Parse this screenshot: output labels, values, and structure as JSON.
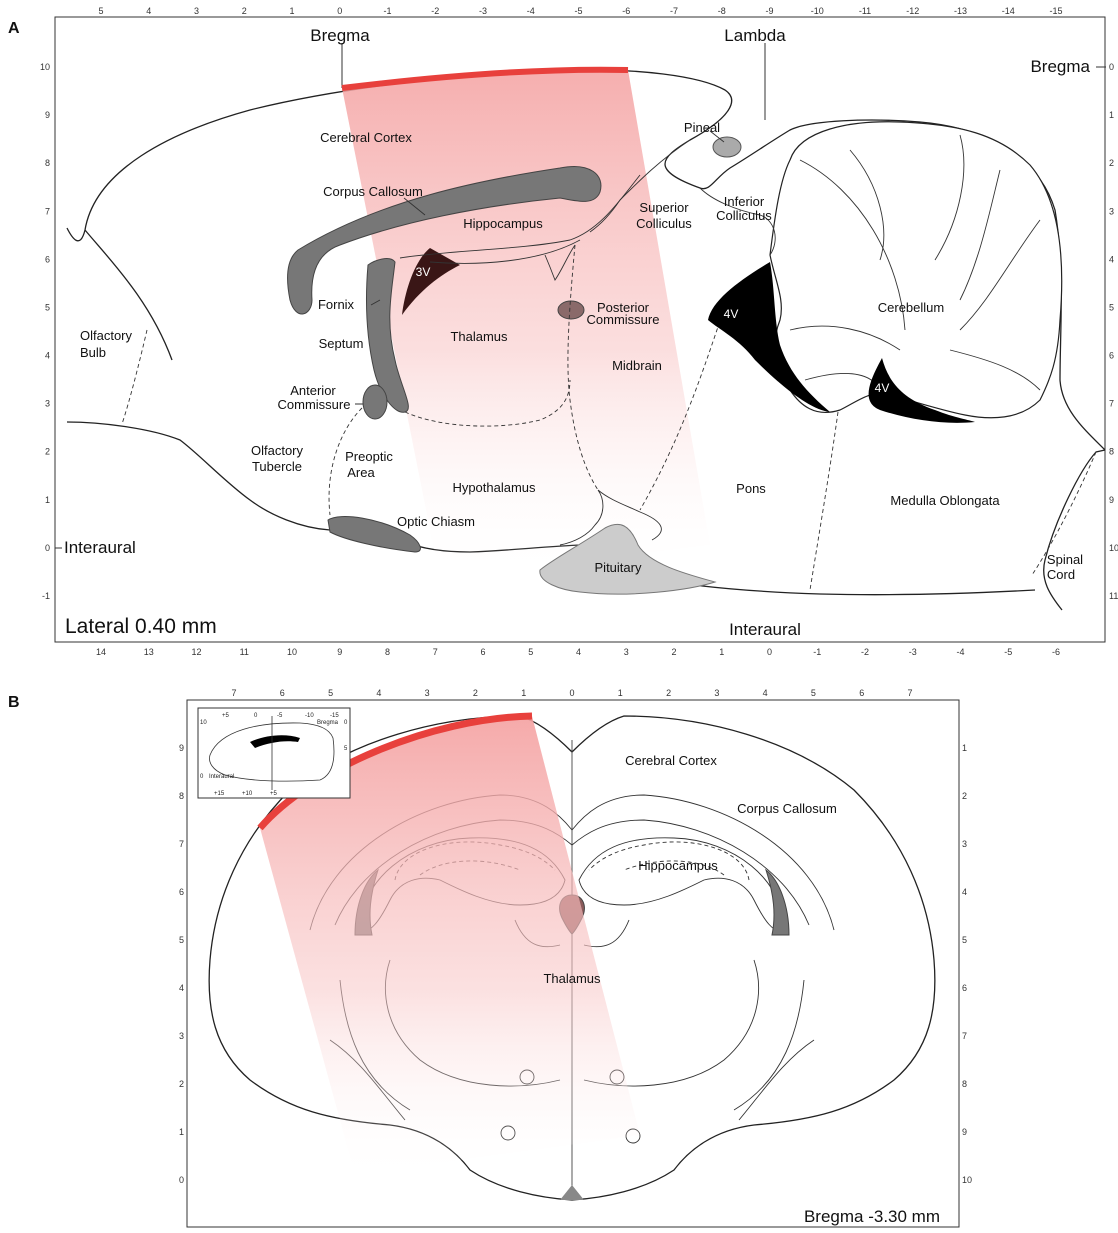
{
  "panel_a": {
    "letter": "A",
    "bregma": "Bregma",
    "lambda": "Lambda",
    "bregma_right": "Bregma",
    "interaural_left": "Interaural",
    "interaural_bottom": "Interaural",
    "lateral": "Lateral 0.40 mm",
    "top_ticks": [
      "5",
      "4",
      "3",
      "2",
      "1",
      "0",
      "-1",
      "-2",
      "-3",
      "-4",
      "-5",
      "-6",
      "-7",
      "-8",
      "-9",
      "-10",
      "-11",
      "-12",
      "-13",
      "-14",
      "-15"
    ],
    "bottom_ticks": [
      "14",
      "13",
      "12",
      "11",
      "10",
      "9",
      "8",
      "7",
      "6",
      "5",
      "4",
      "3",
      "2",
      "1",
      "0",
      "-1",
      "-2",
      "-3",
      "-4",
      "-5",
      "-6"
    ],
    "left_ticks": [
      "10",
      "9",
      "8",
      "7",
      "6",
      "5",
      "4",
      "3",
      "2",
      "1",
      "0",
      "-1"
    ],
    "right_ticks": [
      "0",
      "1",
      "2",
      "3",
      "4",
      "5",
      "6",
      "7",
      "8",
      "9",
      "10",
      "11"
    ],
    "labels": {
      "cerebral_cortex": "Cerebral Cortex",
      "corpus_callosum": "Corpus Callosum",
      "hippocampus": "Hippocampus",
      "pineal": "Pineal",
      "superior": "Superior",
      "colliculus1": "Colliculus",
      "inferior": "Inferior",
      "colliculus2": "Colliculus",
      "v3": "3V",
      "fornix": "Fornix",
      "septum": "Septum",
      "olfactory": "Olfactory",
      "bulb": "Bulb",
      "thalamus": "Thalamus",
      "posterior": "Posterior",
      "commissure1": "Commissure",
      "midbrain": "Midbrain",
      "v4a": "4V",
      "cerebellum": "Cerebellum",
      "v4b": "4V",
      "anterior": "Anterior",
      "commissure2": "Commissure",
      "olfactory2": "Olfactory",
      "tubercle": "Tubercle",
      "preoptic": "Preoptic",
      "area": "Area",
      "hypothalamus": "Hypothalamus",
      "pons": "Pons",
      "medulla": "Medulla Oblongata",
      "optic_chiasm": "Optic Chiasm",
      "pituitary": "Pituitary",
      "spinal": "Spinal",
      "cord": "Cord"
    }
  },
  "panel_b": {
    "letter": "B",
    "top_ticks": [
      "7",
      "6",
      "5",
      "4",
      "3",
      "2",
      "1",
      "0",
      "1",
      "2",
      "3",
      "4",
      "5",
      "6",
      "7"
    ],
    "left_ticks": [
      "9",
      "8",
      "7",
      "6",
      "5",
      "4",
      "3",
      "2",
      "1",
      "0"
    ],
    "right_ticks": [
      "1",
      "2",
      "3",
      "4",
      "5",
      "6",
      "7",
      "8",
      "9",
      "10"
    ],
    "labels": {
      "cerebral_cortex": "Cerebral Cortex",
      "corpus_callosum": "Corpus Callosum",
      "hippocampus": "Hippocampus",
      "thalamus": "Thalamus",
      "bregma": "Bregma -3.30 mm"
    },
    "inset": {
      "top": [
        "+5",
        "0",
        "-5",
        "-10",
        "-15"
      ],
      "bottom": [
        "+15",
        "+10",
        "+5"
      ],
      "left_top": "10",
      "left_bottom": "0",
      "bregma": "Bregma",
      "interaural": "Interaural",
      "right_top": "0",
      "right_bottom": "5"
    }
  },
  "colors": {
    "window_red": "#e8403c",
    "window_fill": "#f6a7a7",
    "grey_structure": "#777777",
    "dark_ventricle": "#3a1616",
    "pituitary": "#cccccc"
  }
}
